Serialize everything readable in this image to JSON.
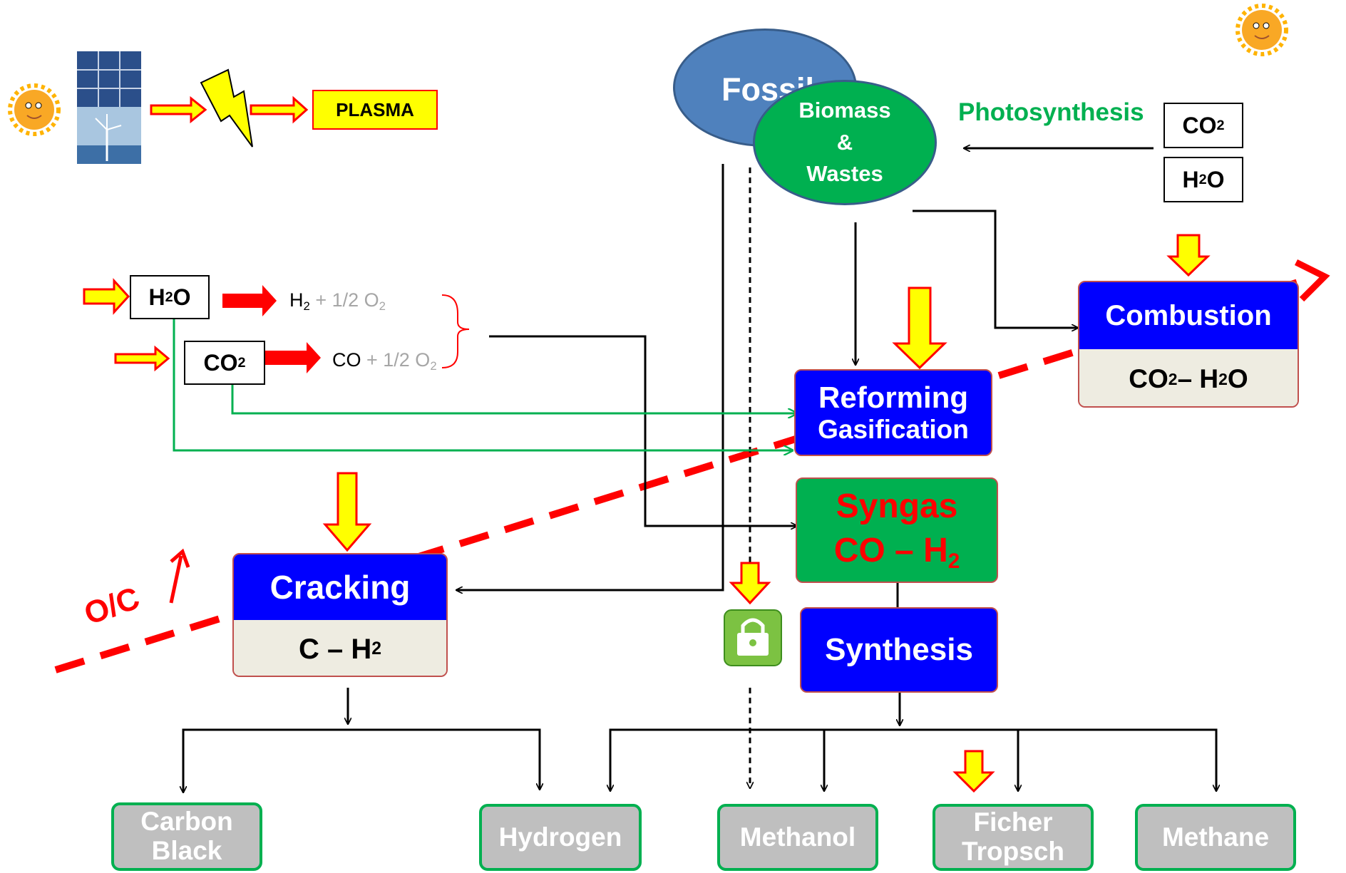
{
  "plasma": {
    "label": "PLASMA"
  },
  "sources": {
    "fossil": "Fossil",
    "biomass": [
      "Biomass",
      "&",
      "Wastes"
    ]
  },
  "photosynthesis": {
    "label": "Photosynthesis",
    "co2": "CO",
    "co2_sub": "2",
    "h2o_a": "H",
    "h2o_sub": "2",
    "h2o_b": " O"
  },
  "reactants": {
    "h2o": {
      "a": "H",
      "sub": "2",
      "b": " O"
    },
    "co2": {
      "a": "CO",
      "sub": "2"
    },
    "h2o_split": {
      "h": "H",
      "h_sub": "2",
      "rest": " + 1/2 O",
      "rest_sub": "2"
    },
    "co2_split": {
      "co": "CO",
      "rest": " + 1/2 O",
      "rest_sub": "2"
    }
  },
  "processes": {
    "combustion": {
      "title": "Combustion",
      "p1": "CO",
      "s1": "2",
      "mid": " – H",
      "s2": "2",
      "end": "O"
    },
    "reforming": {
      "line1": "Reforming",
      "line2": "Gasification"
    },
    "syngas": {
      "line1": "Syngas",
      "co": "CO – H",
      "sub": "2"
    },
    "synthesis": {
      "title": "Synthesis"
    },
    "cracking": {
      "title": "Cracking",
      "p1": "C – H",
      "s1": "2"
    }
  },
  "oc_label": "O/C",
  "products": {
    "carbon_black": [
      "Carbon",
      "Black"
    ],
    "hydrogen": "Hydrogen",
    "methanol": "Methanol",
    "ficher_tropsch": [
      "Ficher",
      "Tropsch"
    ],
    "methane": "Methane"
  },
  "colors": {
    "process_blue": "#0000ff",
    "syngas_green": "#00b050",
    "dashed_red": "#ff0000",
    "arrow_yellow": "#ffff00",
    "product_grey": "#bfbfbf",
    "ellipse_blue": "#4f81bd"
  },
  "icons": [
    "sun-icon",
    "solar-panel-icon",
    "wind-turbine-icon",
    "lightning-icon",
    "padlock-icon"
  ]
}
